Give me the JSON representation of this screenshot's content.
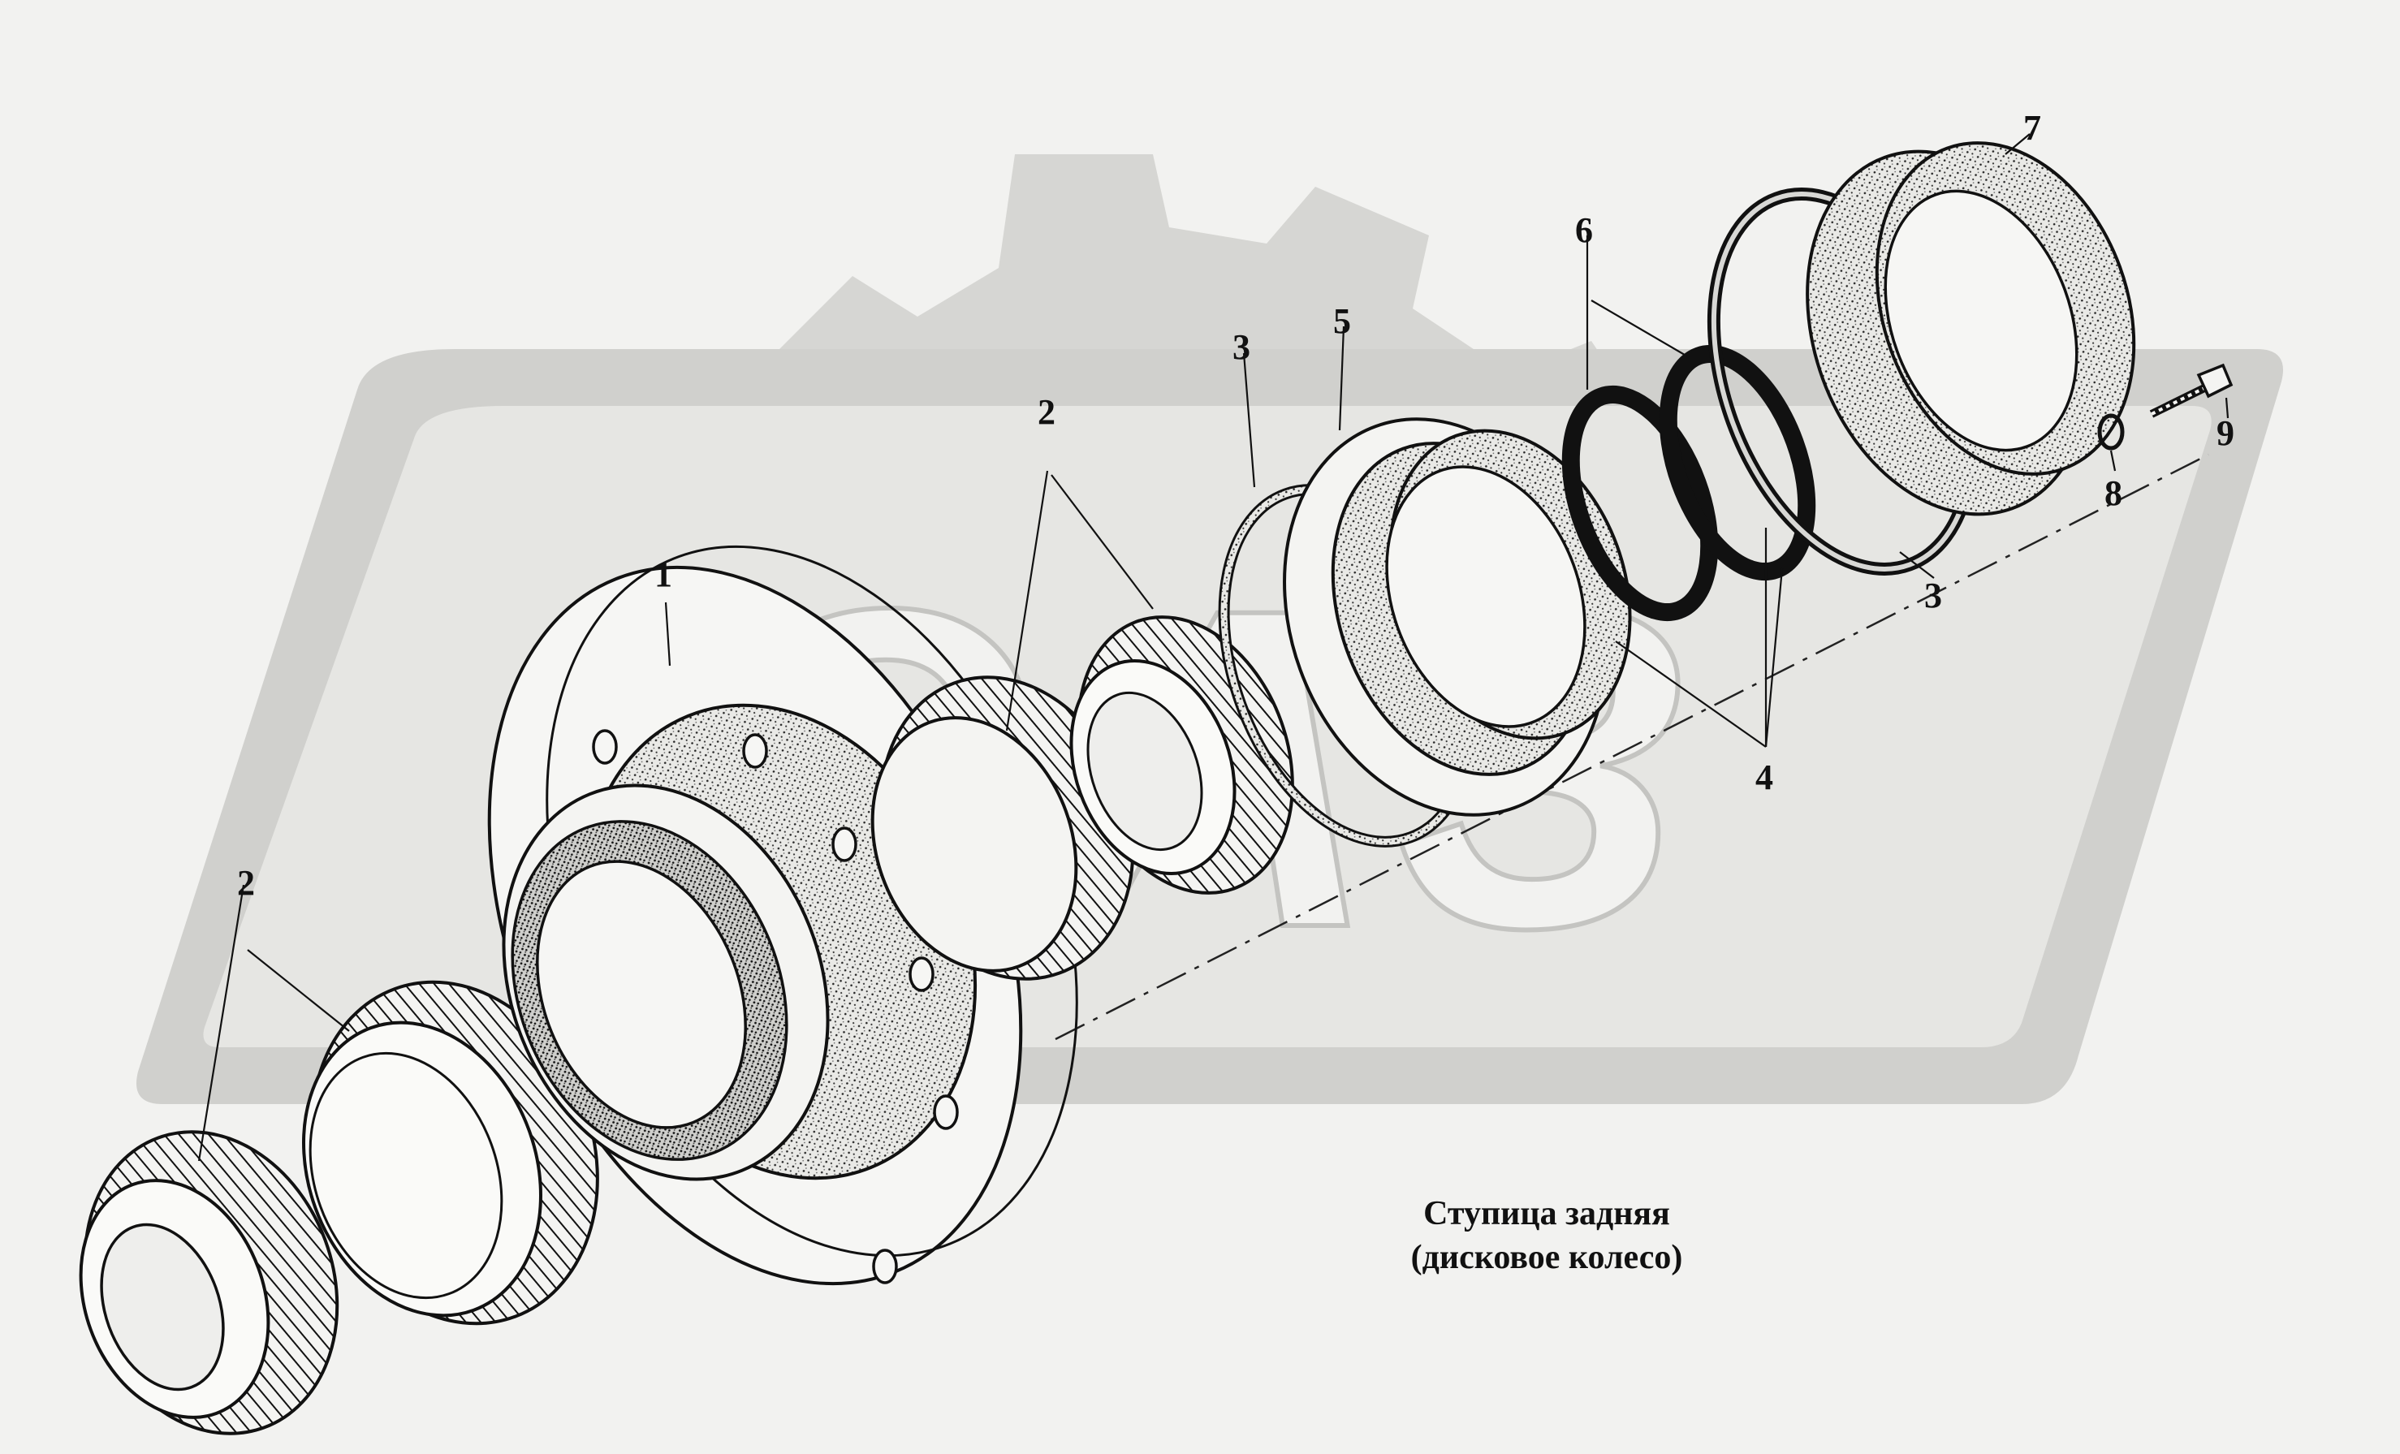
{
  "labels": {
    "p1": "1",
    "p2a": "2",
    "p2b": "2",
    "p3a": "3",
    "p3b": "3",
    "p4": "4",
    "p5": "5",
    "p6": "6",
    "p7": "7",
    "p8": "8",
    "p9": "9"
  },
  "caption": {
    "line1": "Ступица задняя",
    "line2": "(дисковое колесо)"
  },
  "watermark": {
    "text": "ОАЗ",
    "color": "#c9c9c7"
  }
}
